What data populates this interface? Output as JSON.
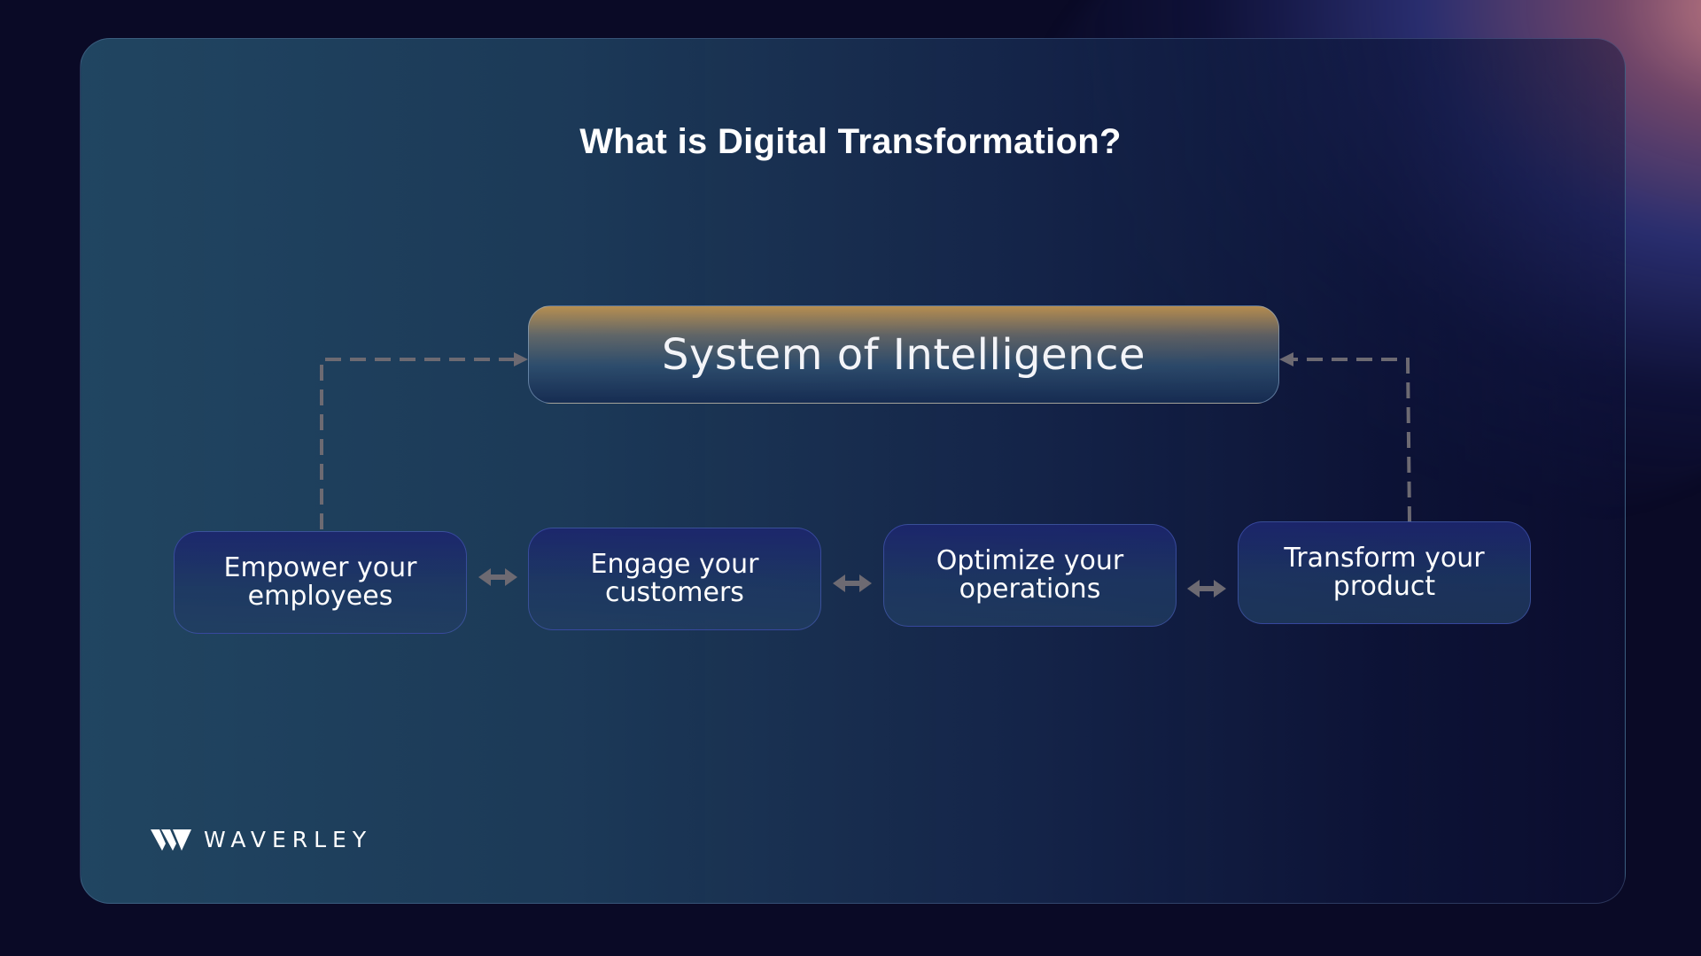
{
  "slide": {
    "title": "What is Digital Transformation?"
  },
  "diagram": {
    "top_node": "System of Intelligence",
    "nodes": [
      {
        "line1": "Empower your",
        "line2": "employees"
      },
      {
        "line1": "Engage your",
        "line2": "customers"
      },
      {
        "line1": "Optimize your",
        "line2": "operations"
      },
      {
        "line1": "Transform your",
        "line2": "product"
      }
    ]
  },
  "logo": {
    "wordmark": "WAVERLEY"
  },
  "colors": {
    "background": "#0a0a26",
    "connector": "#6d6a72",
    "accent_gold": "#c4964f"
  }
}
